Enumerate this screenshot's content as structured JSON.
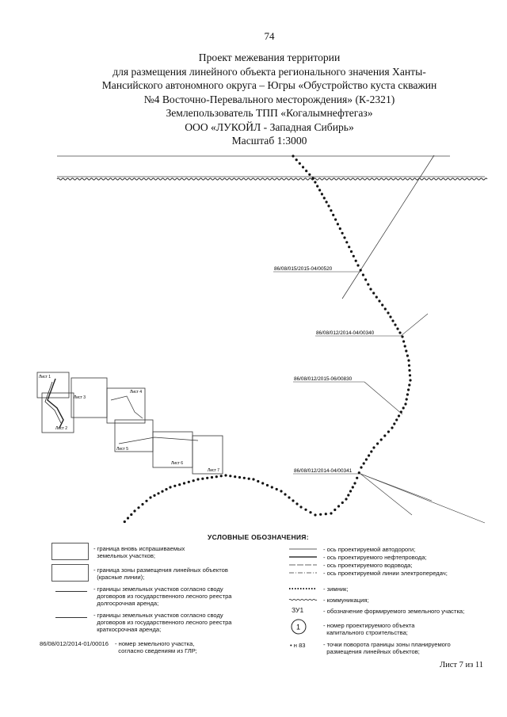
{
  "page_number": "74",
  "title_lines": [
    "Проект межевания территории",
    "для размещения линейного объекта регионального значения Ханты-",
    "Мансийского автономного округа – Югры «Обустройство куста скважин",
    "№4 Восточно-Перевального месторождения» (К-2321)",
    "Землепользователь ТПП «Когалымнефтегаз»",
    "ООО «ЛУКОЙЛ - Западная Сибирь»",
    "Масштаб 1:3000"
  ],
  "parcel_labels": [
    "86/08/015/2015-04/00520",
    "86/08/012/2014-04/00340",
    "86/08/012/2015-06/00830",
    "86/08/012/2014-04/00341"
  ],
  "sheet_labels": [
    "Лист 1",
    "Лист 2",
    "Лист 3",
    "Лист 4",
    "Лист 5",
    "Лист 6",
    "Лист 7"
  ],
  "legend": {
    "title": "УСЛОВНЫЕ ОБОЗНАЧЕНИЯ:",
    "left_items": [
      "- граница вновь испрашиваемых\n  земельных участков;",
      "- граница зоны размещения линейных объектов\n  (красные линии);",
      "- границы земельных участков согласно своду\n  договоров из государственного лесного реестра\n  долгосрочная аренда;",
      "- границы земельных участков согласно своду\n  договоров из государственного лесного реестра\n  краткосрочная аренда;"
    ],
    "parcel_example_code": "86/08/012/2014-01/00016",
    "parcel_example_text": "- номер земельного участка,\n  согласно сведениям из ГЛР;",
    "right_items": [
      "- ось проектируемой автодороги;",
      "- ось проектируемого нефтепровода;",
      "- ось проектируемого водовода;",
      "- ось проектируемой линии электропередач;",
      "- зимник;",
      "- коммуникация;"
    ],
    "zu_code": "ЗУ1",
    "zu_text": "- обозначение формируемого земельного участка;",
    "circle_number": "1",
    "circle_text": "- номер проектируемого объекта\n  капитального строительства;",
    "point_code": "• н 83",
    "point_text": "- точки поворота границы зоны планируемого\n  размещения линейных объектов;"
  },
  "footer": "Лист 7 из 11"
}
